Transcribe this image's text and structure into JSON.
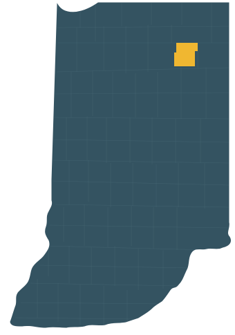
{
  "map": {
    "region": "Indiana",
    "division": "counties",
    "colors": {
      "base_fill": "#345361",
      "border": "#4b6b79",
      "highlight_fill": "#f0b731",
      "background": "#ffffff"
    },
    "highlighted_counties": [
      {
        "name": "highlighted-county",
        "fill": "#f0b731"
      }
    ]
  }
}
